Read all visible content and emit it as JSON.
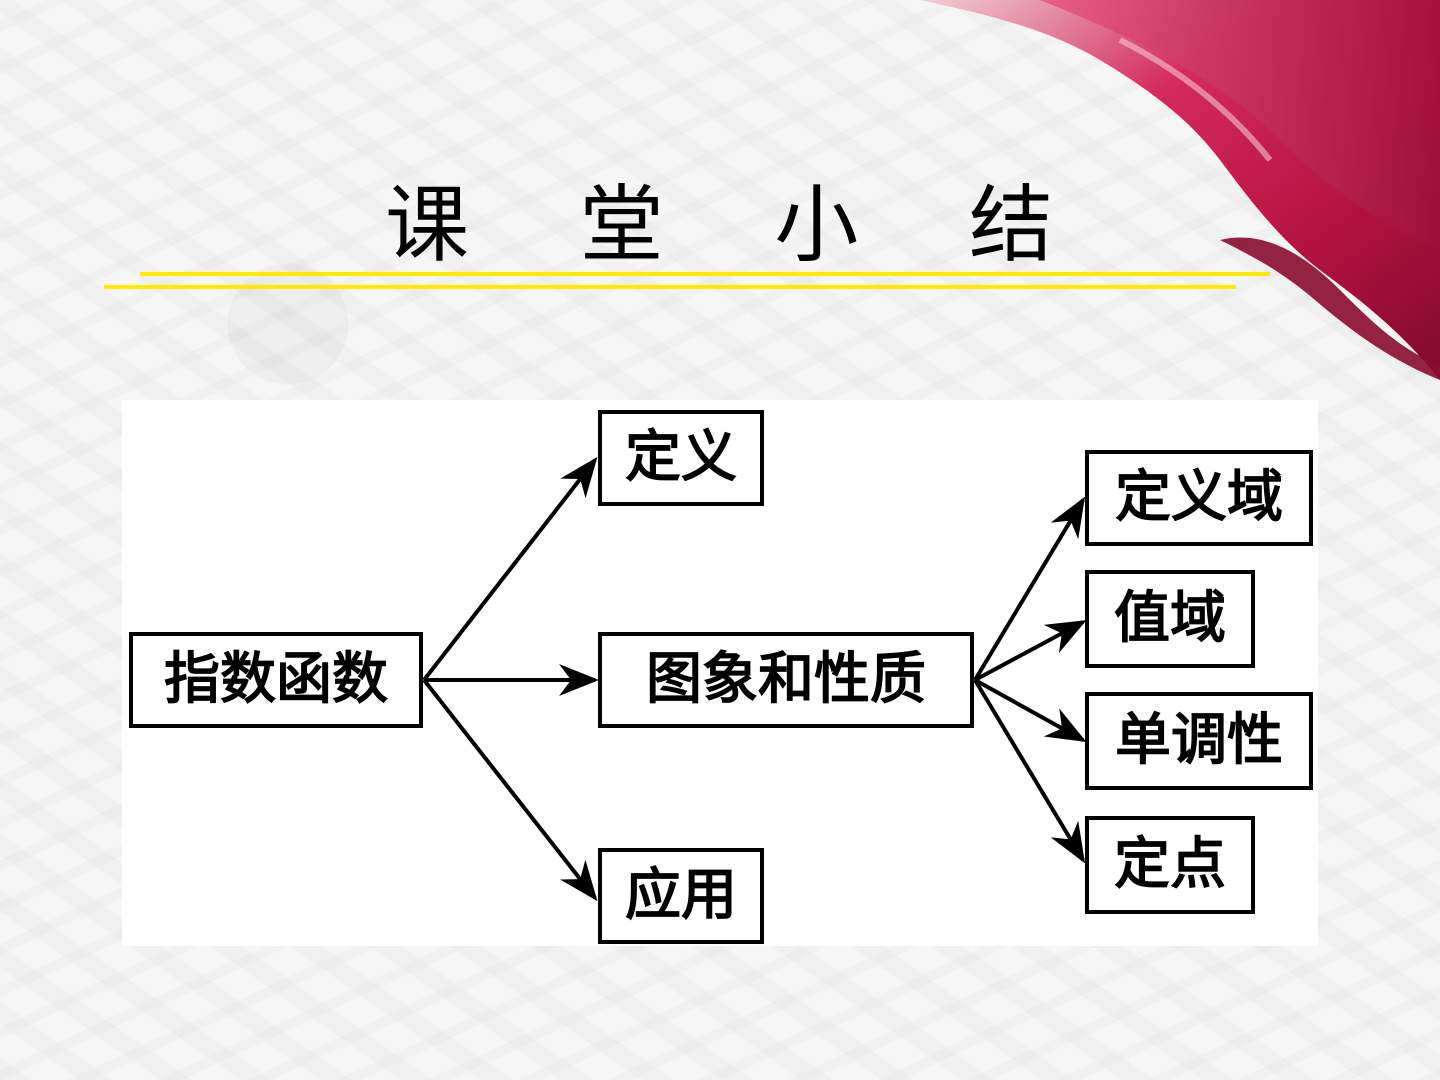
{
  "title": "课 堂 小 结",
  "nodes": {
    "root": "指数函数",
    "definition": "定义",
    "graph_properties": "图象和性质",
    "application": "应用",
    "domain": "定义域",
    "range": "值域",
    "monotonicity": "单调性",
    "fixed_point": "定点"
  },
  "colors": {
    "title_underline": "#ffea00",
    "ribbon": "#c8174f",
    "box_border": "#000000"
  }
}
